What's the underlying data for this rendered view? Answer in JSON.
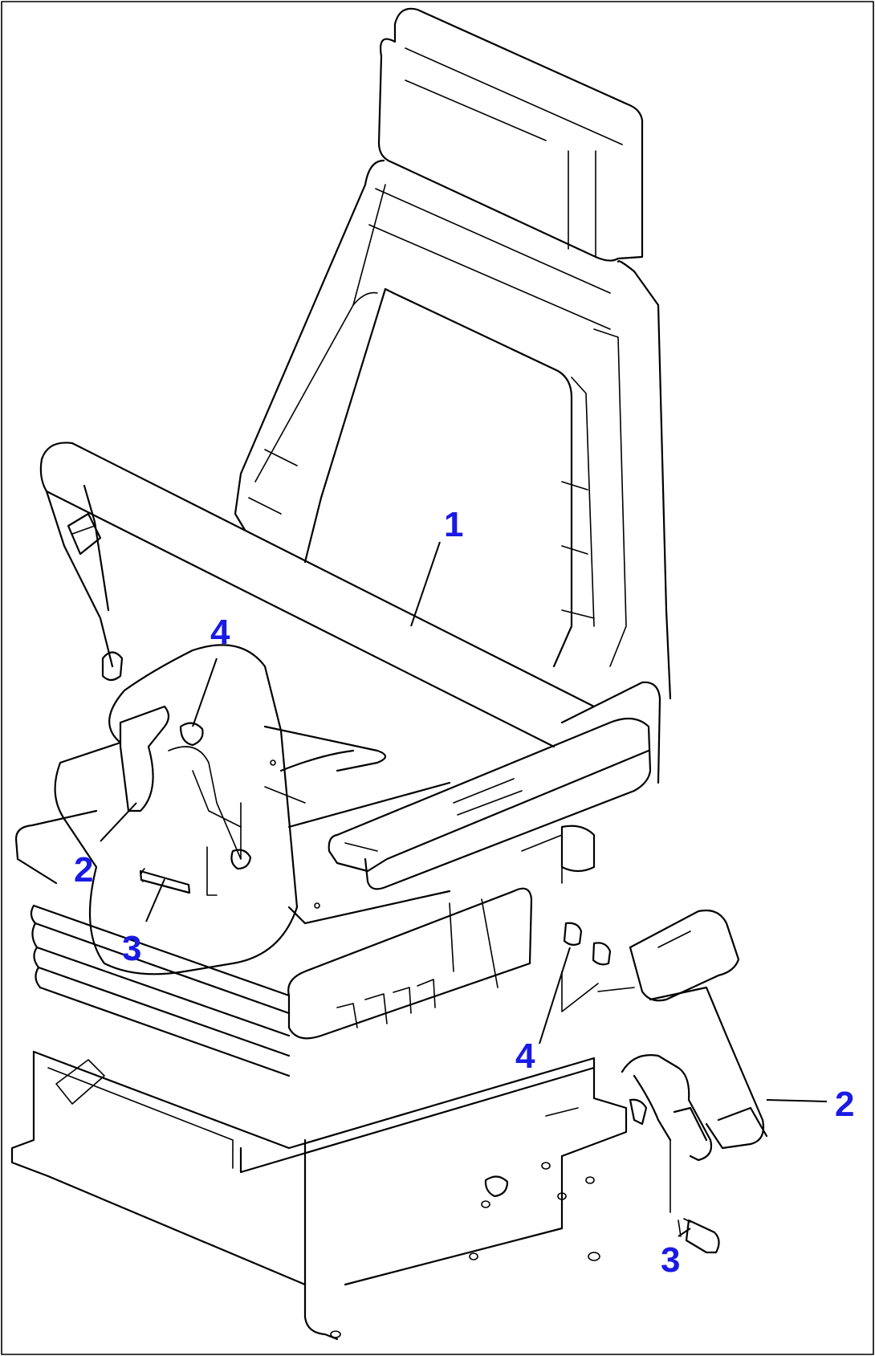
{
  "callouts": {
    "seat": "1",
    "belt_left": "2",
    "bolt_left": "3",
    "nut_left": "4",
    "belt_right": "2",
    "bolt_right": "3",
    "nut_right": "4"
  },
  "colors": {
    "callout": "#1a1ae6",
    "line": "#000000",
    "background": "#ffffff"
  }
}
